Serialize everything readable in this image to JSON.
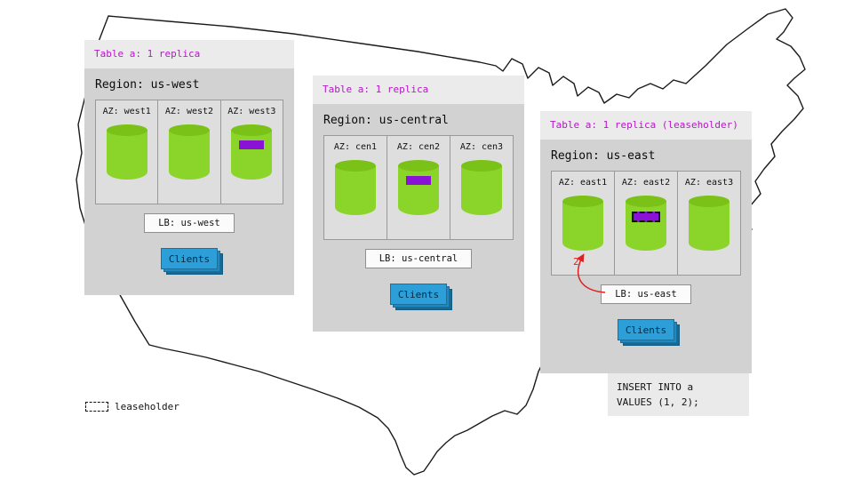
{
  "colors": {
    "magenta": "#b517c8",
    "green": "#8bd42a",
    "green_top": "#7ac217",
    "purple": "#8a12d6",
    "blue": "#2d9fd8",
    "red": "#e02020"
  },
  "regions": [
    {
      "title": "Table a: 1 replica",
      "region_label": "Region: us-west",
      "azs": [
        {
          "label": "AZ: west1",
          "replica": false,
          "leaseholder": false
        },
        {
          "label": "AZ: west2",
          "replica": false,
          "leaseholder": false
        },
        {
          "label": "AZ: west3",
          "replica": true,
          "leaseholder": false
        }
      ],
      "lb_label": "LB: us-west",
      "clients_label": "Clients"
    },
    {
      "title": "Table a: 1 replica",
      "region_label": "Region: us-central",
      "azs": [
        {
          "label": "AZ: cen1",
          "replica": false,
          "leaseholder": false
        },
        {
          "label": "AZ: cen2",
          "replica": true,
          "leaseholder": false
        },
        {
          "label": "AZ: cen3",
          "replica": false,
          "leaseholder": false
        }
      ],
      "lb_label": "LB: us-central",
      "clients_label": "Clients"
    },
    {
      "title": "Table a: 1 replica (leaseholder)",
      "region_label": "Region: us-east",
      "azs": [
        {
          "label": "AZ: east1",
          "replica": false,
          "leaseholder": false
        },
        {
          "label": "AZ: east2",
          "replica": true,
          "leaseholder": true
        },
        {
          "label": "AZ: east3",
          "replica": false,
          "leaseholder": false
        }
      ],
      "lb_label": "LB: us-east",
      "clients_label": "Clients"
    }
  ],
  "arrow": {
    "label": "2"
  },
  "sql_box": {
    "line1": "INSERT INTO a",
    "line2": "VALUES (1, 2);"
  },
  "legend": {
    "label": "leaseholder"
  }
}
